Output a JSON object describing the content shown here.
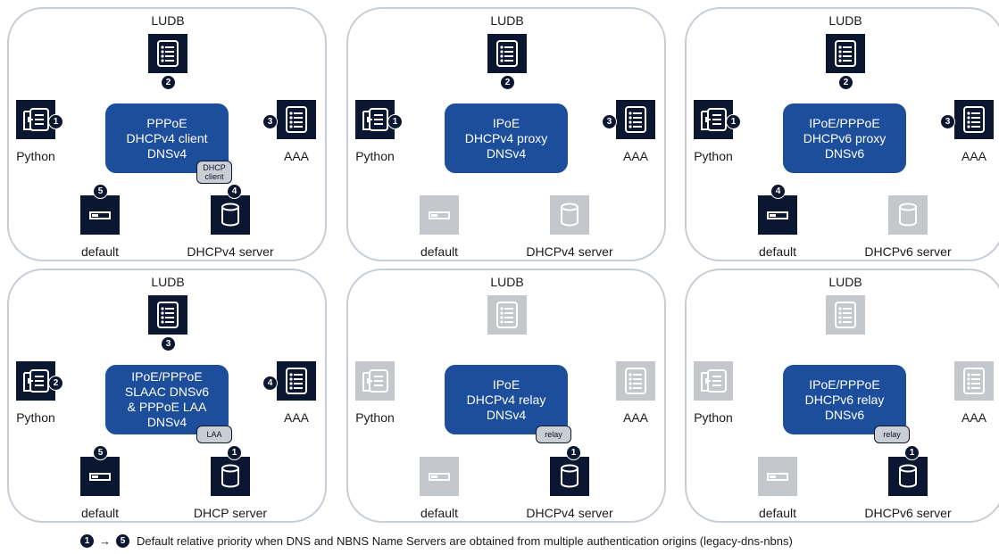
{
  "colors": {
    "dark": "#0b1730",
    "light": "#c4c8cd",
    "center": "#1d4e9c",
    "border": "#c6cdd6"
  },
  "panels": [
    {
      "ludb_label": "LUDB",
      "python_label": "Python",
      "aaa_label": "AAA",
      "default_label": "default",
      "server_label": "DHCPv4 server",
      "center_lines": [
        "PPPoE",
        "DHCPv4 client",
        "DNSv4"
      ],
      "tag_lines": [
        "DHCP",
        "client"
      ],
      "badges": {
        "ludb": "2",
        "python": "1",
        "aaa": "3",
        "default": "5",
        "server": "4"
      },
      "active": {
        "ludb": true,
        "python": true,
        "aaa": true,
        "default": true,
        "server": true
      }
    },
    {
      "ludb_label": "LUDB",
      "python_label": "Python",
      "aaa_label": "AAA",
      "default_label": "default",
      "server_label": "DHCPv4 server",
      "center_lines": [
        "IPoE",
        "DHCPv4 proxy",
        "DNSv4"
      ],
      "tag_lines": [],
      "badges": {
        "ludb": "2",
        "python": "1",
        "aaa": "3"
      },
      "active": {
        "ludb": true,
        "python": true,
        "aaa": true,
        "default": false,
        "server": false
      }
    },
    {
      "ludb_label": "LUDB",
      "python_label": "Python",
      "aaa_label": "AAA",
      "default_label": "default",
      "server_label": "DHCPv6 server",
      "center_lines": [
        "IPoE/PPPoE",
        "DHCPv6 proxy",
        "DNSv6"
      ],
      "tag_lines": [],
      "badges": {
        "ludb": "2",
        "python": "1",
        "aaa": "3",
        "default": "4"
      },
      "active": {
        "ludb": true,
        "python": true,
        "aaa": true,
        "default": true,
        "server": false
      }
    },
    {
      "ludb_label": "LUDB",
      "python_label": "Python",
      "aaa_label": "AAA",
      "default_label": "default",
      "server_label": "DHCP server",
      "center_lines": [
        "IPoE/PPPoE",
        "SLAAC DNSv6",
        "& PPPoE LAA",
        "DNSv4"
      ],
      "tag_lines": [
        "LAA"
      ],
      "badges": {
        "ludb": "3",
        "python": "2",
        "aaa": "4",
        "default": "5",
        "server": "1"
      },
      "active": {
        "ludb": true,
        "python": true,
        "aaa": true,
        "default": true,
        "server": true
      }
    },
    {
      "ludb_label": "LUDB",
      "python_label": "Python",
      "aaa_label": "AAA",
      "default_label": "default",
      "server_label": "DHCPv4 server",
      "center_lines": [
        "IPoE",
        "DHCPv4 relay",
        "DNSv4"
      ],
      "tag_lines": [
        "relay"
      ],
      "badges": {
        "server": "1"
      },
      "active": {
        "ludb": false,
        "python": false,
        "aaa": false,
        "default": false,
        "server": true
      }
    },
    {
      "ludb_label": "LUDB",
      "python_label": "Python",
      "aaa_label": "AAA",
      "default_label": "default",
      "server_label": "DHCPv6 server",
      "center_lines": [
        "IPoE/PPPoE",
        "DHCPv6 relay",
        "DNSv6"
      ],
      "tag_lines": [
        "relay"
      ],
      "badges": {
        "server": "1"
      },
      "active": {
        "ludb": false,
        "python": false,
        "aaa": false,
        "default": false,
        "server": true
      }
    }
  ],
  "legend": {
    "start": "1",
    "arrow": "→",
    "end": "5",
    "text": "Default relative priority when DNS and NBNS Name Servers are obtained from multiple authentication origins (legacy-dns-nbns)"
  }
}
